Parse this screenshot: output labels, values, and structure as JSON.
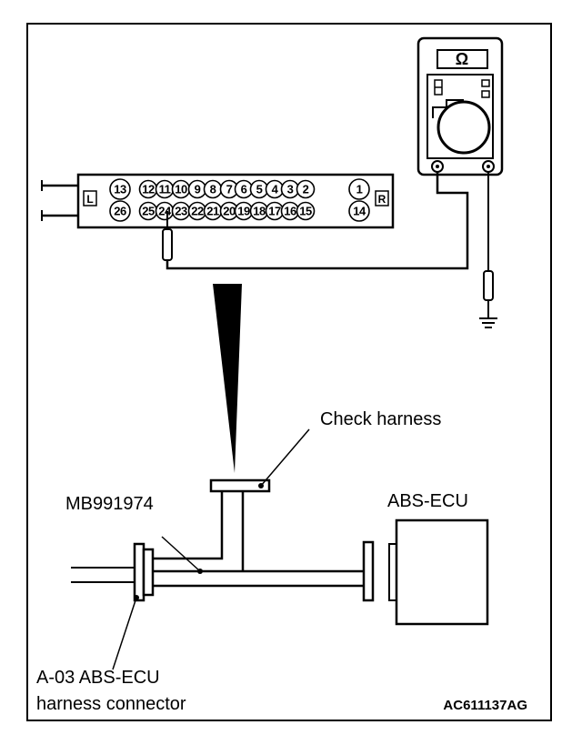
{
  "diagram": {
    "labels": {
      "check_harness": "Check harness",
      "adapter": "MB991974",
      "ecu": "ABS-ECU",
      "connector_line1": "A-03 ABS-ECU",
      "connector_line2": "harness connector",
      "figure_id": "AC611137AG"
    },
    "meter": {
      "symbol": "Ω"
    },
    "connector_block": {
      "left_mark": "L",
      "right_mark": "R",
      "top_row": [
        "13",
        "12",
        "11",
        "10",
        "9",
        "8",
        "7",
        "6",
        "5",
        "4",
        "3",
        "2",
        "1"
      ],
      "bottom_row": [
        "26",
        "25",
        "24",
        "23",
        "22",
        "21",
        "20",
        "19",
        "18",
        "17",
        "16",
        "15",
        "14"
      ]
    }
  }
}
